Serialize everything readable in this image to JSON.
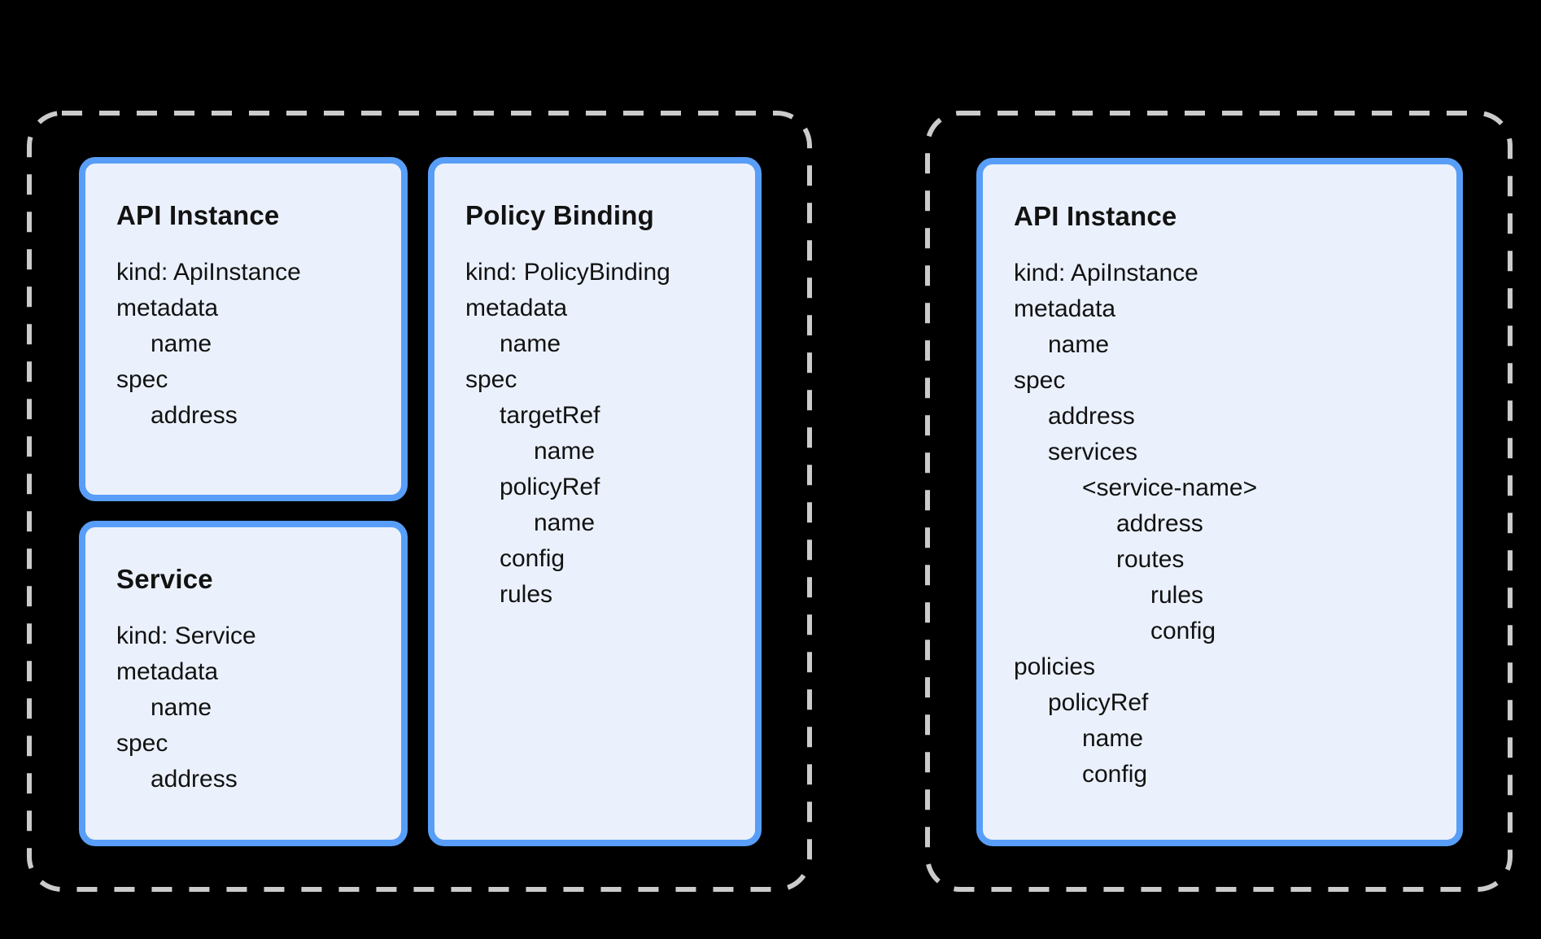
{
  "background": "#000000",
  "colors": {
    "card_border": "#589EF8",
    "card_fill": "#EBF1FC",
    "group_border": "#CBCBCB",
    "text": "#121212"
  },
  "groups": [
    {
      "cards": [
        {
          "title": "API Instance",
          "lines": [
            {
              "text": "kind: ApiInstance",
              "indent": 0
            },
            {
              "text": "metadata",
              "indent": 0
            },
            {
              "text": "name",
              "indent": 1
            },
            {
              "text": "spec",
              "indent": 0
            },
            {
              "text": "address",
              "indent": 1
            }
          ]
        },
        {
          "title": "Service",
          "lines": [
            {
              "text": "kind: Service",
              "indent": 0
            },
            {
              "text": "metadata",
              "indent": 0
            },
            {
              "text": "name",
              "indent": 1
            },
            {
              "text": "spec",
              "indent": 0
            },
            {
              "text": "address",
              "indent": 1
            }
          ]
        },
        {
          "title": "Policy Binding",
          "lines": [
            {
              "text": "kind: PolicyBinding",
              "indent": 0
            },
            {
              "text": "metadata",
              "indent": 0
            },
            {
              "text": "name",
              "indent": 1
            },
            {
              "text": "spec",
              "indent": 0
            },
            {
              "text": "targetRef",
              "indent": 1
            },
            {
              "text": "name",
              "indent": 2
            },
            {
              "text": "policyRef",
              "indent": 1
            },
            {
              "text": "name",
              "indent": 2
            },
            {
              "text": "config",
              "indent": 1
            },
            {
              "text": "rules",
              "indent": 1
            }
          ]
        }
      ]
    },
    {
      "cards": [
        {
          "title": "API Instance",
          "lines": [
            {
              "text": "kind: ApiInstance",
              "indent": 0
            },
            {
              "text": "metadata",
              "indent": 0
            },
            {
              "text": "name",
              "indent": 1
            },
            {
              "text": "spec",
              "indent": 0
            },
            {
              "text": "address",
              "indent": 1
            },
            {
              "text": "services",
              "indent": 1
            },
            {
              "text": "<service-name>",
              "indent": 2
            },
            {
              "text": "address",
              "indent": 3
            },
            {
              "text": "routes",
              "indent": 3
            },
            {
              "text": "rules",
              "indent": 4
            },
            {
              "text": "config",
              "indent": 4
            },
            {
              "text": "policies",
              "indent": 0
            },
            {
              "text": "policyRef",
              "indent": 1
            },
            {
              "text": "name",
              "indent": 2
            },
            {
              "text": "config",
              "indent": 2
            }
          ]
        }
      ]
    }
  ]
}
